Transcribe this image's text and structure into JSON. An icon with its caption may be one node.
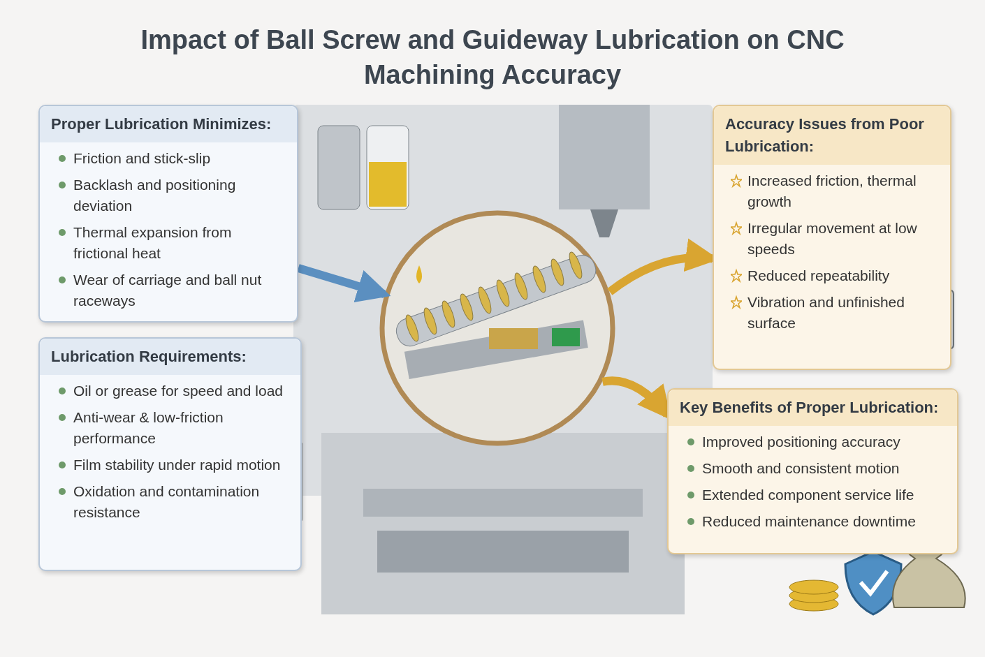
{
  "diagram": {
    "title": "Impact of Ball Screw and Guideway Lubrication on CNC Machining Accuracy",
    "nodes": [
      {
        "text": [
          "Proper Lubrication Minimizes:",
          "Friction and stick-slip",
          "Backlash and positioning deviation",
          "Thermal expansion from frictional heat",
          "Wear of carriage and ball nut raceways"
        ]
      },
      {
        "text": [
          "Lubrication Requirements:",
          "Oil or grease for speed and load",
          "Anti-wear & low-friction performance",
          "Film stability under rapid motion",
          "Oxidation and contamination resistance"
        ]
      },
      {
        "text": [
          "Accuracy Issues from Poor Lubrication:",
          "Increased friction, thermal growth",
          "Irregular movement at low speeds",
          "Reduced repeatability",
          "Vibration and unfinished surface"
        ]
      },
      {
        "text": [
          "Key Benefits of Proper Lubrication:",
          "Improved positioning accuracy",
          "Smooth and consistent motion",
          "Extended component service life",
          "Reduced maintenance downtime"
        ]
      },
      {
        "text": [],
        "shape": "picture"
      }
    ],
    "edges": [
      {
        "from": 0,
        "to": 4,
        "arrow": "to",
        "color": "#5b8fc0"
      },
      {
        "from": 4,
        "to": 2,
        "arrow": "to"
      },
      {
        "from": 4,
        "to": 3,
        "arrow": "to"
      }
    ]
  }
}
